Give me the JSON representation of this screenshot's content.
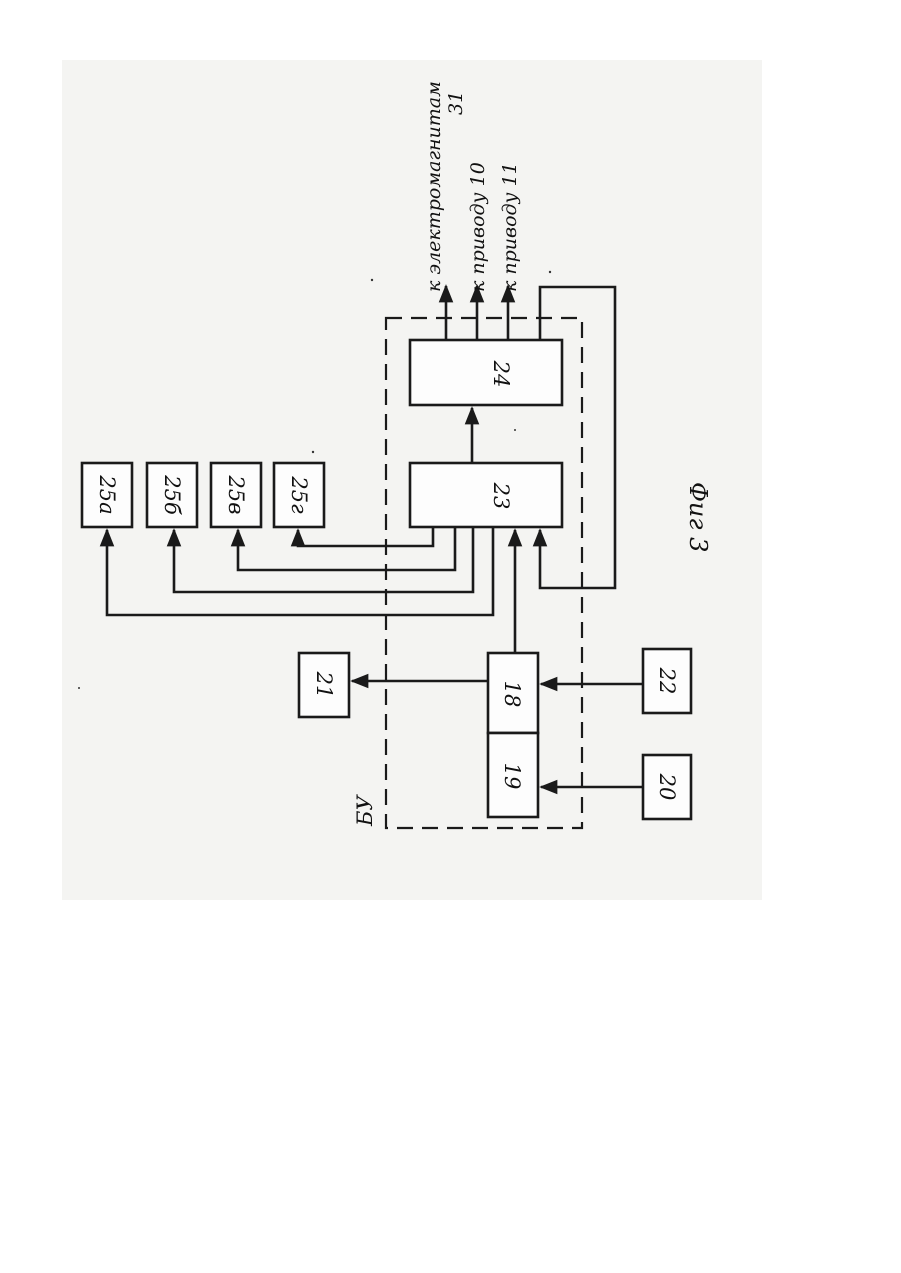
{
  "diagram": {
    "control_unit_label": "БУ",
    "figure_caption": "Фиг 3",
    "blocks": {
      "b18": "18",
      "b19": "19",
      "b20": "20",
      "b21": "21",
      "b22": "22",
      "b23": "23",
      "b24": "24",
      "b25a": "25а",
      "b25b": "25б",
      "b25v": "25в",
      "b25g": "25г"
    },
    "outputs": {
      "to_electromagnet": "к электромагнитам",
      "to_electromagnet_num": "31",
      "to_drive_10": "к приводу 10",
      "to_drive_11": "к приводу 11"
    }
  }
}
